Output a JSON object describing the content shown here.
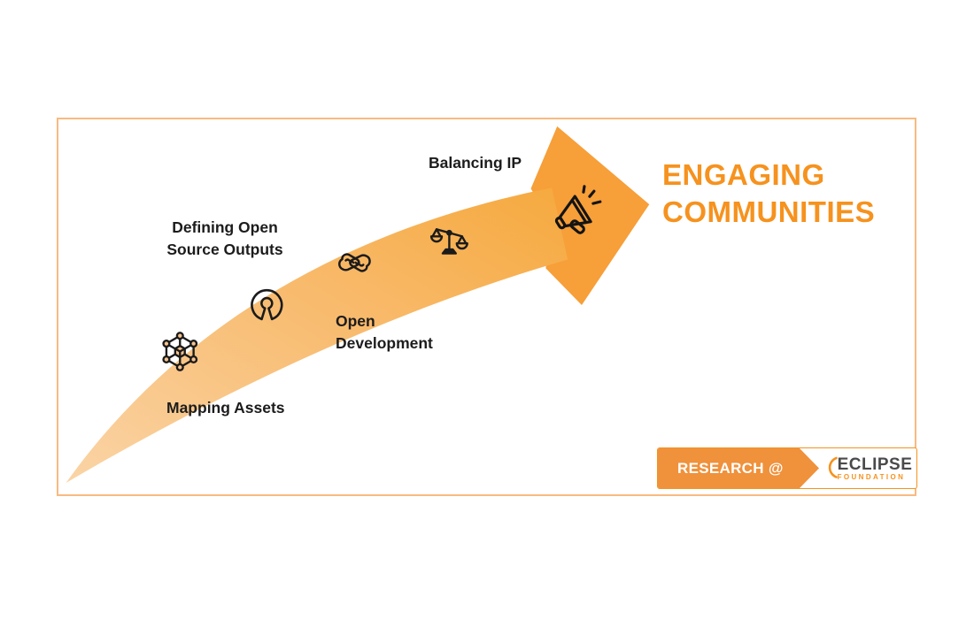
{
  "diagram": {
    "title": {
      "line1": "ENGAGING",
      "line2": "COMMUNITIES"
    },
    "stages": [
      {
        "id": "mapping-assets",
        "icon": "network-nodes-icon",
        "lines": [
          "Mapping Assets"
        ]
      },
      {
        "id": "defining-open-source-outputs",
        "icon": "open-source-icon",
        "lines": [
          "Defining Open",
          "Source Outputs"
        ]
      },
      {
        "id": "open-development",
        "icon": "collaboration-hands-icon",
        "lines": [
          "Open",
          "Development"
        ]
      },
      {
        "id": "balancing-ip",
        "icon": "balance-scale-icon",
        "lines": [
          "Balancing IP"
        ]
      },
      {
        "id": "engaging-communities",
        "icon": "megaphone-icon",
        "lines": []
      }
    ],
    "badge": {
      "label": "RESEARCH @",
      "brand": "ECLIPSE",
      "brand_subtitle": "FOUNDATION"
    },
    "colors": {
      "accent": "#F6921E",
      "band_gradient_start": "#FAD4A6",
      "band_gradient_end": "#F6A93E",
      "arrowhead": "#F79F38",
      "frame_border": "#F9BA80",
      "ribbon": "#F0913B",
      "label_text": "#1C1C1C",
      "brand_gray": "#4A4A4A"
    }
  }
}
